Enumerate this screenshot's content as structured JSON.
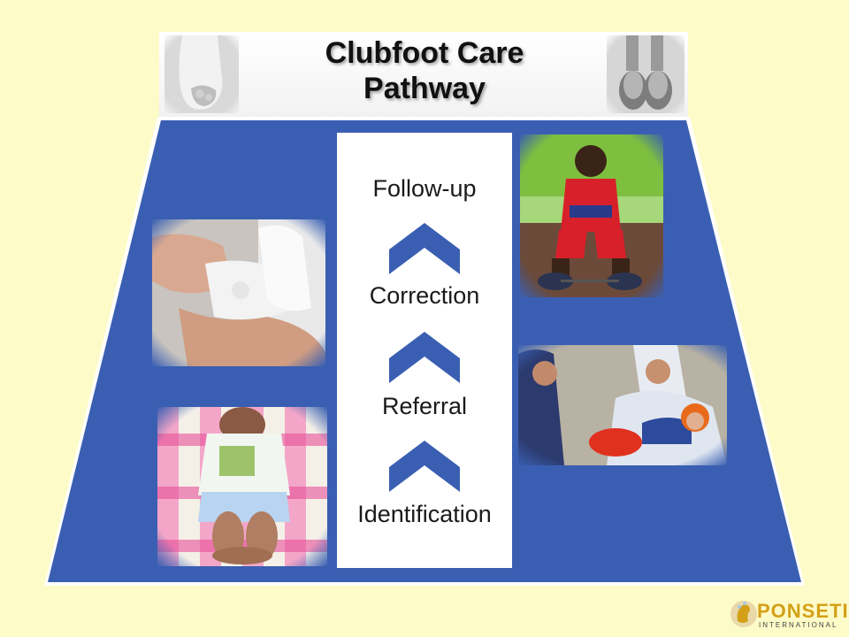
{
  "slide": {
    "title_line1": "Clubfoot Care",
    "title_line2": "Pathway"
  },
  "pathway_steps": [
    {
      "label": "Follow-up"
    },
    {
      "label": "Correction"
    },
    {
      "label": "Referral"
    },
    {
      "label": "Identification"
    }
  ],
  "colors": {
    "background": "#fdfbc7",
    "trapezoid": "#3a5fb2",
    "chevron": "#3a5fb2",
    "logo_gold": "#d4a017"
  },
  "logo": {
    "name": "PONSETI",
    "subtitle": "INTERNATIONAL"
  },
  "photos": [
    {
      "icon": "clubfoot-bandaged-foot-photo"
    },
    {
      "icon": "sandals-feet-photo"
    },
    {
      "icon": "child-with-brace-photo"
    },
    {
      "icon": "casting-foot-photo"
    },
    {
      "icon": "mothers-with-baby-photo"
    },
    {
      "icon": "newborn-clubfoot-photo"
    }
  ]
}
